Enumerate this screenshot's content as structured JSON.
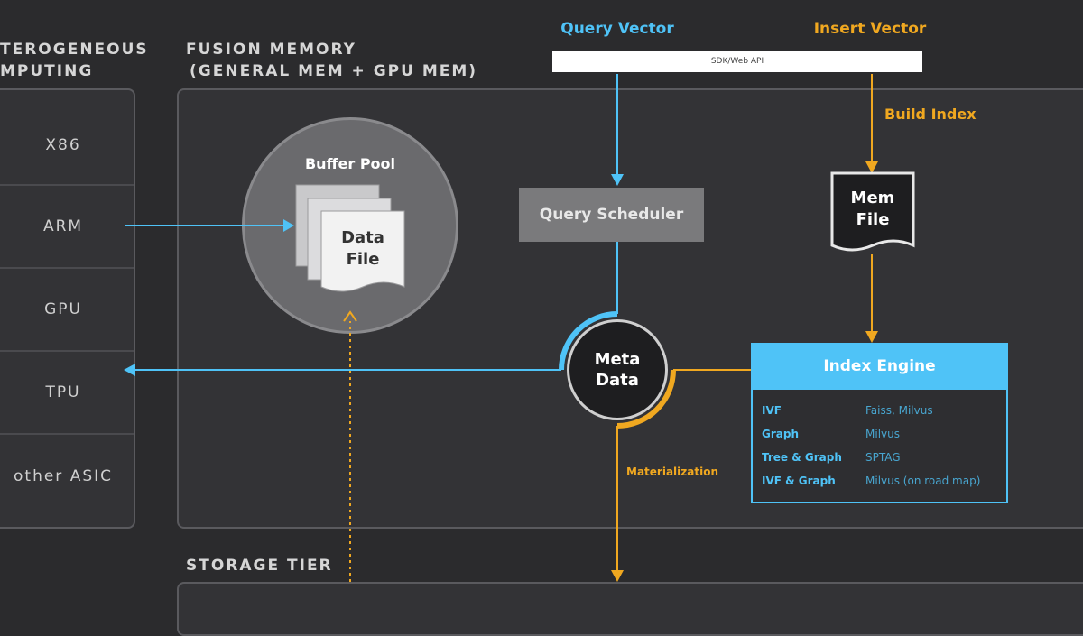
{
  "sections": {
    "computing_line1": "TEROGENEOUS",
    "computing_line2": "MPUTING",
    "memory_line1": "FUSION MEMORY",
    "memory_line2": "(GENERAL MEM + GPU MEM)",
    "storage": "STORAGE TIER"
  },
  "compute_units": [
    "X86",
    "ARM",
    "GPU",
    "TPU",
    "other ASIC"
  ],
  "buffer_pool": {
    "title": "Buffer Pool",
    "file_line1": "Data",
    "file_line2": "File"
  },
  "query_vector": "Query Vector",
  "insert_vector": "Insert Vector",
  "sdk_api": "SDK/Web API",
  "build_index": "Build Index",
  "query_scheduler": "Query Scheduler",
  "mem_file": {
    "line1": "Mem",
    "line2": "File"
  },
  "meta_data": {
    "line1": "Meta",
    "line2": "Data"
  },
  "materialization": "Materialization",
  "index_engine": {
    "title": "Index Engine",
    "rows": [
      {
        "type": "IVF",
        "libs": "Faiss, Milvus"
      },
      {
        "type": "Graph",
        "libs": "Milvus"
      },
      {
        "type": "Tree & Graph",
        "libs": "SPTAG"
      },
      {
        "type": "IVF & Graph",
        "libs": "Milvus (on road map)"
      }
    ]
  },
  "colors": {
    "blue": "#4fc3f7",
    "orange": "#f0a820",
    "background": "#2b2b2d"
  }
}
